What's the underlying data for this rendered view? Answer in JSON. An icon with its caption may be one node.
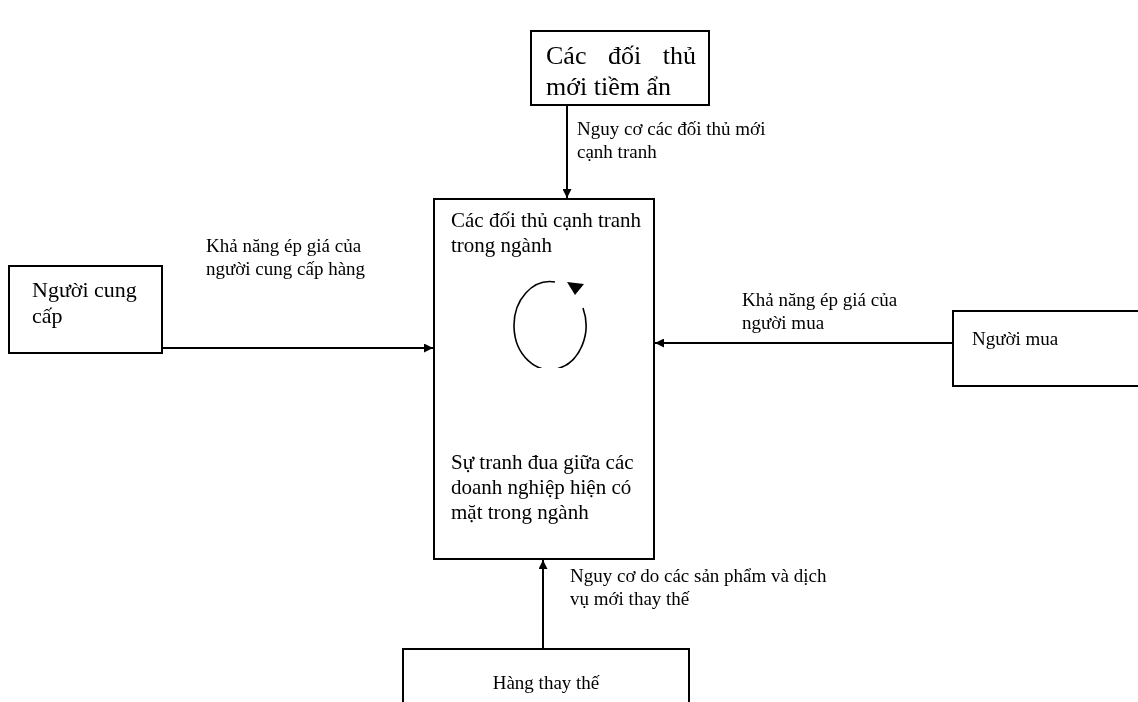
{
  "diagram": {
    "nodes": [
      {
        "text": [
          "Các đối thủ mới tiềm ẩn"
        ]
      },
      {
        "text": [
          "Các đối thủ cạnh tranh trong ngành",
          "Sự tranh đua giữa các doanh nghiệp hiện có mặt trong ngành"
        ]
      },
      {
        "text": [
          "Người cung cấp"
        ]
      },
      {
        "text": [
          "Người mua"
        ]
      },
      {
        "text": [
          "Hàng thay thế"
        ]
      }
    ],
    "edges": [
      {
        "from": 0,
        "to": 1,
        "arrow": "to",
        "label": "Nguy cơ các đối thủ mới cạnh tranh"
      },
      {
        "from": 2,
        "to": 1,
        "arrow": "to",
        "label": "Khả năng ép giá của người cung cấp hàng"
      },
      {
        "from": 3,
        "to": 1,
        "arrow": "to",
        "label": "Khả năng ép giá của người mua"
      },
      {
        "from": 4,
        "to": 1,
        "arrow": "to",
        "label": "Nguy cơ do các sản phẩm và dịch vụ mới thay thế"
      }
    ]
  }
}
